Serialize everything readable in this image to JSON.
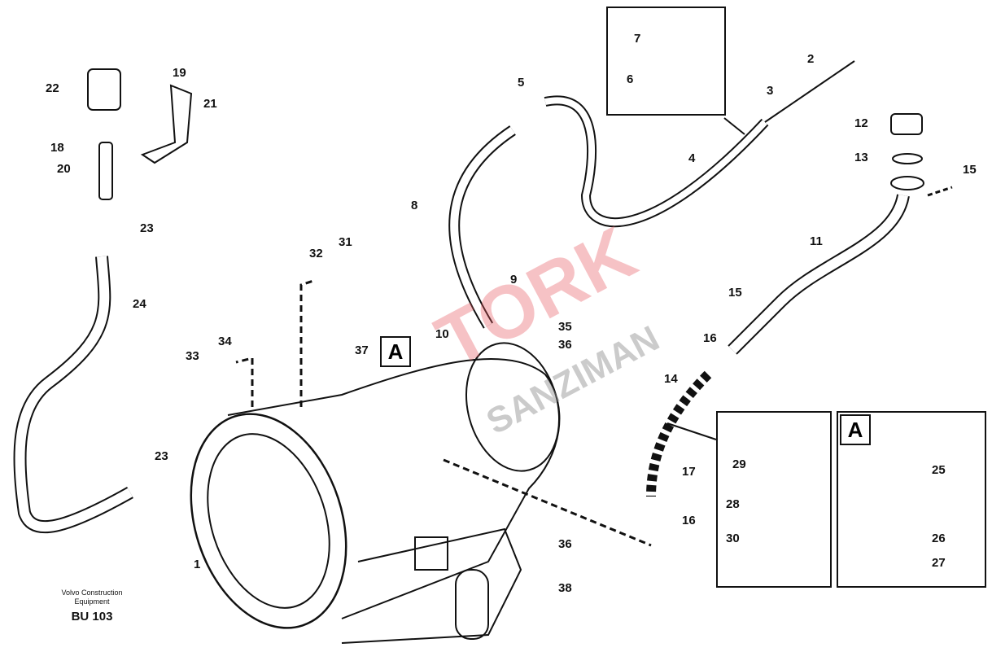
{
  "diagram": {
    "publisher": "Volvo Construction Equipment",
    "publisher_line1": "Volvo Construction",
    "publisher_line2": "Equipment",
    "code": "BU 103",
    "detail_marker": "A",
    "watermark": {
      "line1": "TORK",
      "line2": "SANZIMAN"
    },
    "part_labels": [
      "1",
      "2",
      "3",
      "4",
      "5",
      "6",
      "7",
      "8",
      "9",
      "10",
      "11",
      "12",
      "13",
      "15",
      "15",
      "16",
      "16",
      "17",
      "14",
      "18",
      "19",
      "20",
      "21",
      "22",
      "23",
      "23",
      "24",
      "25",
      "26",
      "27",
      "28",
      "29",
      "30",
      "31",
      "32",
      "33",
      "34",
      "35",
      "36",
      "36",
      "37",
      "38"
    ]
  }
}
